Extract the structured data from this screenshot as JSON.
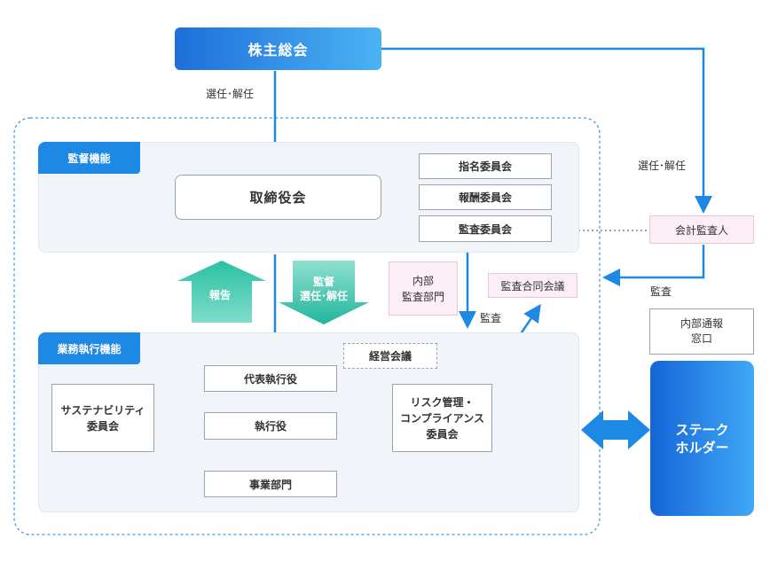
{
  "shareholders": "株主総会",
  "elect_dismiss_top": "選任･解任",
  "elect_dismiss_right": "選任･解任",
  "supervision_tag": "監督機能",
  "board": "取締役会",
  "committees": [
    "指名委員会",
    "報酬委員会",
    "監査委員会"
  ],
  "auditor": "会計監査人",
  "internal_audit": "内部\n監査部門",
  "joint_audit": "監査合同会議",
  "audit_label_mid": "監査",
  "audit_label_right": "監査",
  "report_up": "報告",
  "supervise_down": "監督\n選任･解任",
  "report_label": "報告",
  "execution_tag": "業務執行機能",
  "mgmt_meeting": "経営会議",
  "ceo": "代表執行役",
  "officers": "執行役",
  "business_units": "事業部門",
  "sustainability": "サステナビリティ\n委員会",
  "risk": "リスク管理・\nコンプライアンス\n委員会",
  "whistle": "内部通報\n窓口",
  "stakeholders": "ステーク\nホルダー",
  "colors": {
    "accent": "#1e88e5",
    "teal": "#26b5a0",
    "panel": "#f1f4f8",
    "pink": "#fbeef6"
  }
}
